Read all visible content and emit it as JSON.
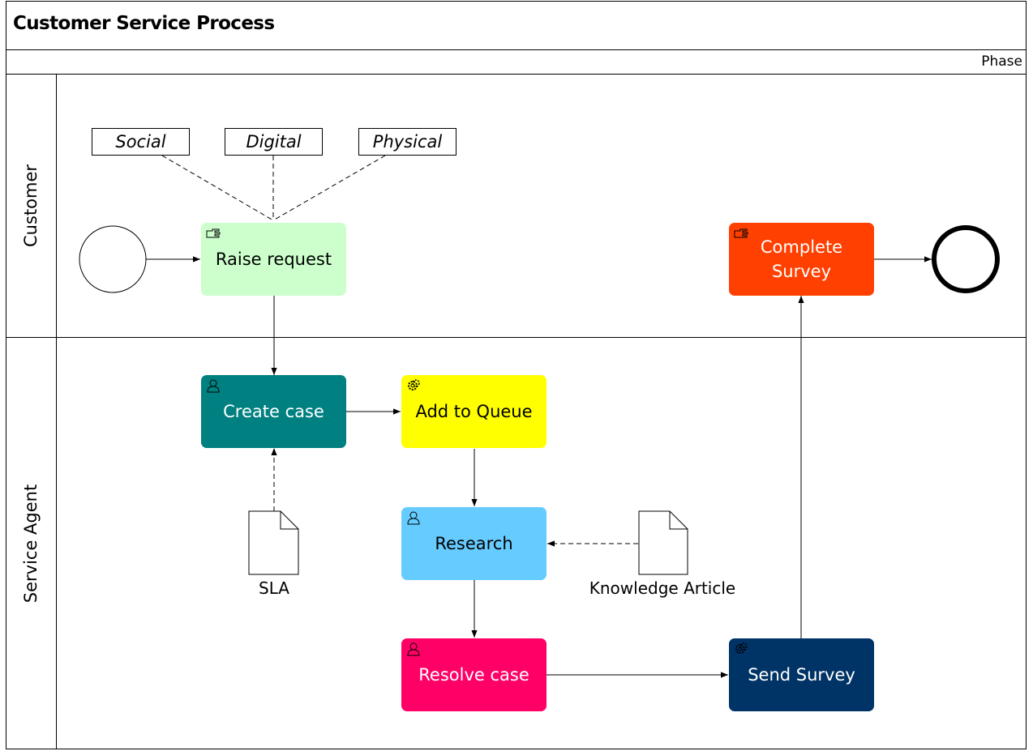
{
  "title": "Customer Service Process",
  "phase_label": "Phase",
  "lanes": {
    "customer": "Customer",
    "agent": "Service Agent"
  },
  "channels": {
    "social": "Social",
    "digital": "Digital",
    "physical": "Physical"
  },
  "tasks": {
    "raise_request": {
      "label": "Raise request",
      "fill": "#ccffcc",
      "text_color": "#000000",
      "icon": "manual-task-icon"
    },
    "complete_survey": {
      "label": "Complete Survey",
      "fill": "#ff4000",
      "text_color": "#ffffff",
      "icon": "manual-task-icon"
    },
    "create_case": {
      "label": "Create case",
      "fill": "#008080",
      "text_color": "#ffffff",
      "icon": "user-task-icon"
    },
    "add_to_queue": {
      "label": "Add to Queue",
      "fill": "#ffff00",
      "text_color": "#000000",
      "icon": "service-task-icon"
    },
    "research": {
      "label": "Research",
      "fill": "#66ccff",
      "text_color": "#000000",
      "icon": "user-task-icon"
    },
    "resolve_case": {
      "label": "Resolve case",
      "fill": "#ff0066",
      "text_color": "#ffffff",
      "icon": "user-task-icon"
    },
    "send_survey": {
      "label": "Send Survey",
      "fill": "#003366",
      "text_color": "#ffffff",
      "icon": "service-task-icon"
    }
  },
  "artifacts": {
    "sla": "SLA",
    "knowledge_article": "Knowledge Article"
  },
  "events": {
    "start": "start-event",
    "end": "end-event"
  }
}
